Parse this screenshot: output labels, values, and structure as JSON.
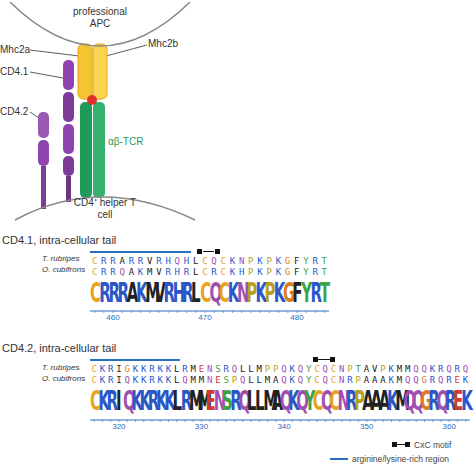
{
  "diagram": {
    "nodes": [
      {
        "text": [
          "professional APC"
        ]
      },
      {
        "text": [
          "CD4⁺ helper T cell"
        ]
      }
    ],
    "labels": [
      "Mhc2a",
      "Mhc2b",
      "CD4.1",
      "CD4.2",
      "αβ-TCR",
      "CD4.1, intra-cellular tail",
      "T. rubripes",
      "O. cubifrons",
      "CRRARRVRHQHLCQCKNPKPKGFYRT",
      "CRRQAKMVRHRLCRCKHPKPKGFYRT",
      "CRRRAKMVRHRLCQCKNPKPKGFYRT",
      "460",
      "470",
      "480",
      "CD4.2, intra-cellular tail",
      "T. rubripes",
      "O. cubifrons",
      "CKRIGKKRKKLRMENSRQLLMPPQKQYCQCNPTAVPKMMQQKRQRQ",
      "CKRIQKKRKKLQMMNESPQLLMAQKQYCQCNRPAAAKMQQGRQREK",
      "CKRIQKKRKKLRMMENSRQLLMAQKQYCQCNRPAAAKMQQGRQREK",
      "320",
      "330",
      "340",
      "350",
      "360"
    ],
    "legend": [
      {
        "text": "CxC motif"
      },
      {
        "text": "arginine/lysine-rich region"
      }
    ]
  }
}
